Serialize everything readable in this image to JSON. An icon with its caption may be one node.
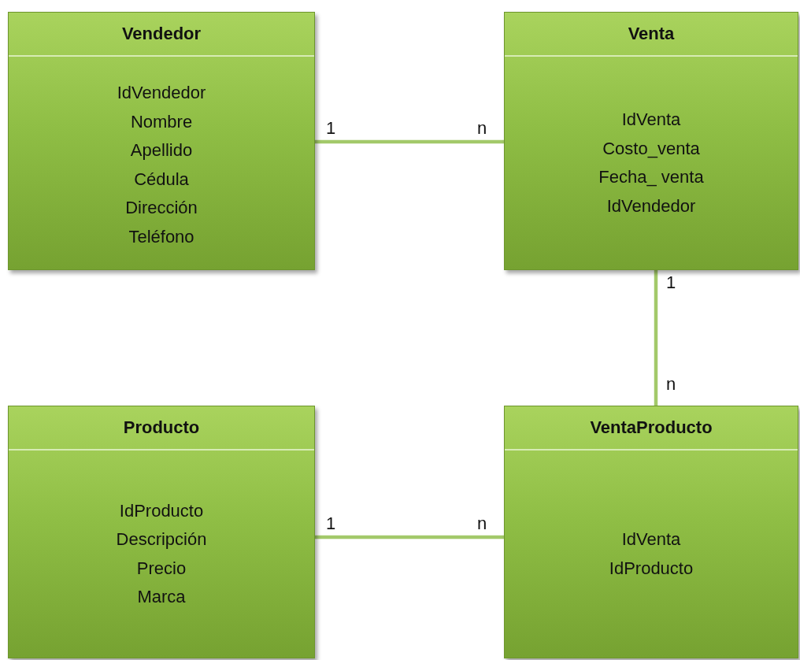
{
  "diagram": {
    "nodes": [
      {
        "text": [
          "Vendedor",
          "IdVendedor",
          "Nombre",
          "Apellido",
          "Cédula",
          "Dirección",
          "Teléfono"
        ]
      },
      {
        "text": [
          "Venta",
          "IdVenta",
          "Costo_venta",
          "Fecha_ venta",
          "IdVendedor"
        ]
      },
      {
        "text": [
          "Producto",
          "IdProducto",
          "Descripción",
          "Precio",
          "Marca"
        ]
      },
      {
        "text": [
          "VentaProducto",
          "IdVenta",
          "IdProducto"
        ]
      }
    ],
    "edges": [
      {
        "from": 0,
        "to": 1,
        "arrow": "none"
      },
      {
        "from": 1,
        "to": 3,
        "arrow": "none"
      },
      {
        "from": 2,
        "to": 3,
        "arrow": "none"
      }
    ],
    "labels": [
      "1",
      "n",
      "1",
      "n",
      "1",
      "n"
    ]
  }
}
